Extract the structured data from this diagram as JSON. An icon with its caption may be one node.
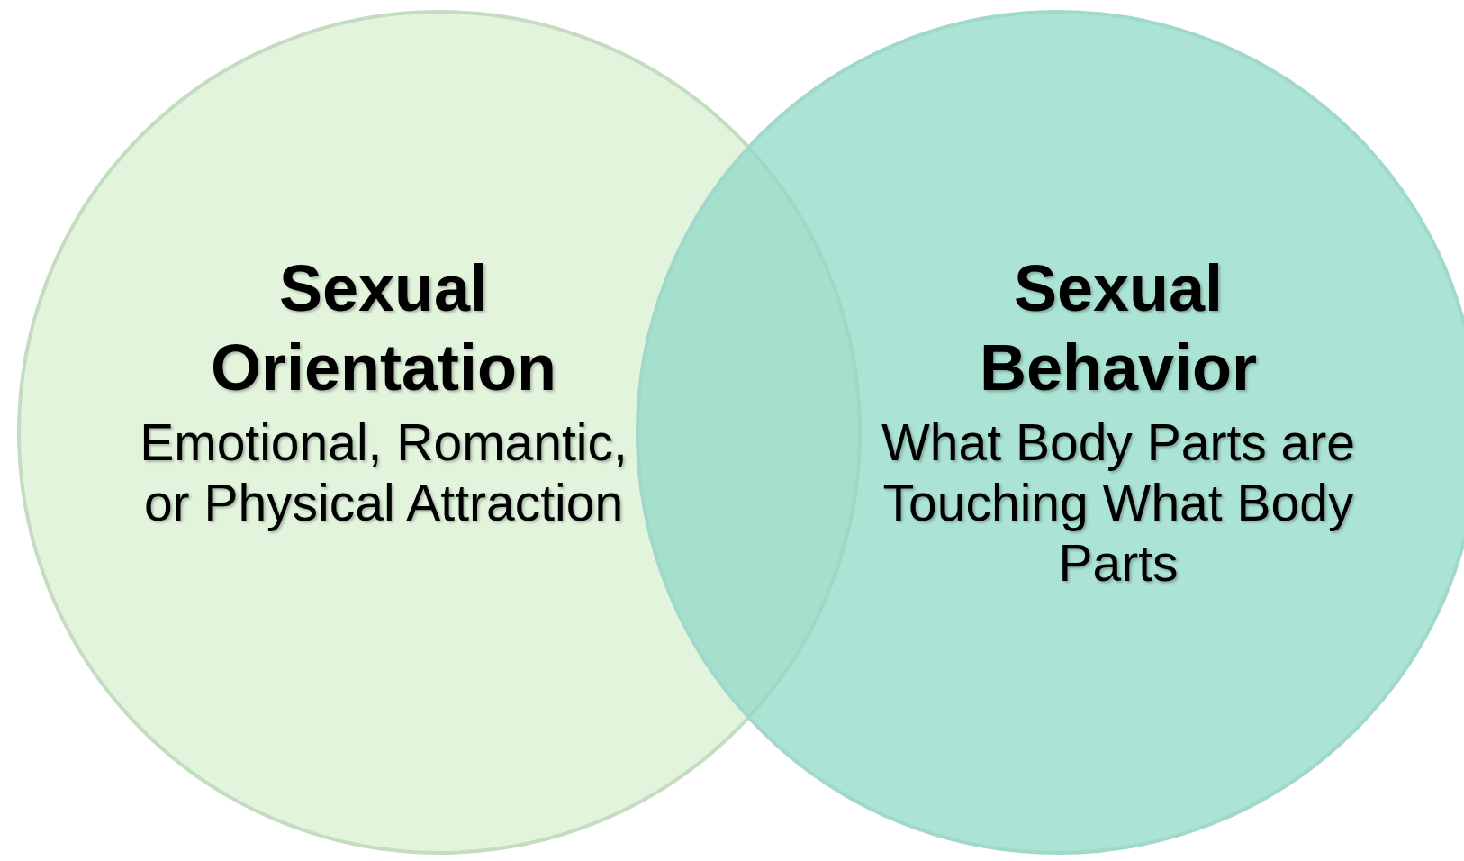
{
  "diagram": {
    "nodes": [
      {
        "text": [
          "Sexual Orientation",
          "Emotional, Romantic, or Physical Attraction"
        ]
      },
      {
        "text": [
          "Sexual Behavior",
          "What Body Parts are Touching What Body Parts"
        ]
      }
    ]
  }
}
